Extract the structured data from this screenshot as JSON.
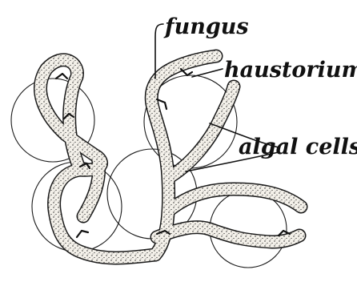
{
  "labels": {
    "fungus": "fungus",
    "haustorium": "haustorium",
    "algal_cells": "algal cells"
  },
  "colors": {
    "ink": "#111111",
    "background": "#ffffff",
    "hypha_fill": "#f4f1ea"
  }
}
